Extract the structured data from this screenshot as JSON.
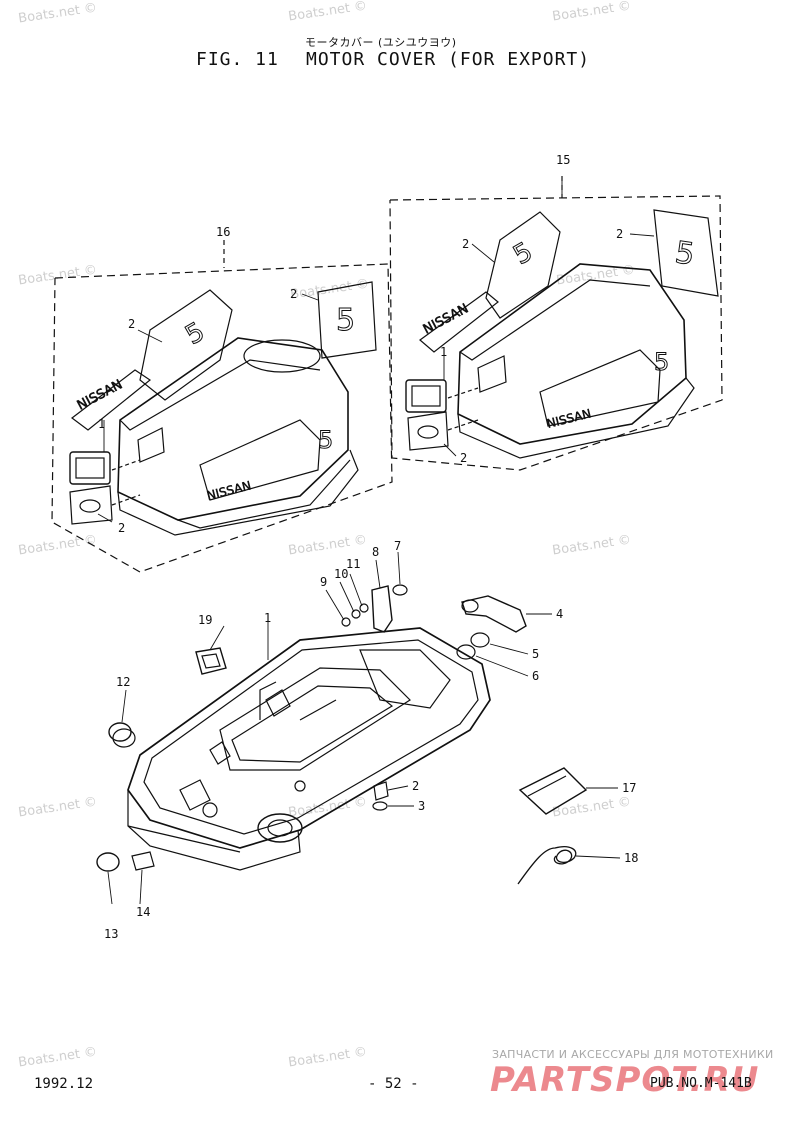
{
  "header": {
    "japanese_title": "モータカバー (ユシユウヨウ)",
    "figure_label": "FIG. 11",
    "title": "MOTOR COVER (FOR EXPORT)"
  },
  "callouts": {
    "c1a": "1",
    "c1b": "1",
    "c1c": "1",
    "c2a": "2",
    "c2b": "2",
    "c2c": "2",
    "c2d": "2",
    "c2e": "2",
    "c2f": "2",
    "c2g": "2",
    "c3": "3",
    "c4": "4",
    "c5": "5",
    "c6": "6",
    "c7": "7",
    "c8": "8",
    "c9": "9",
    "c10": "10",
    "c11": "11",
    "c12": "12",
    "c13": "13",
    "c14": "14",
    "c15": "15",
    "c16": "16",
    "c17": "17",
    "c18": "18",
    "c19": "19"
  },
  "decals": {
    "brand_left": "NISSAN",
    "brand_right": "NISSAN",
    "side_left": "NISSAN",
    "side_right": "NISSAN",
    "hp_a": "5",
    "hp_b": "5",
    "hp_c": "5",
    "hp_d": "5",
    "hp_e": "5",
    "hp_f": "5"
  },
  "footer": {
    "date": "1992.12",
    "page": "- 52 -",
    "pub_no": "PUB.NO.M-141B"
  },
  "advert": {
    "tagline": "ЗАПЧАСТИ И АКСЕССУАРЫ ДЛЯ МОТОТЕХНИКИ",
    "logo": "PARTSPOT.RU"
  },
  "watermarks": {
    "w1": "Boats.net ©",
    "w2": "Boats.net ©",
    "w3": "Boats.net ©",
    "w4": "Boats.net ©",
    "w5": "Boats.net ©",
    "w6": "Boats.net ©",
    "w7": "Boats.net ©",
    "w8": "Boats.net ©",
    "w9": "Boats.net ©",
    "w10": "Boats.net ©",
    "w11": "Boats.net ©",
    "w12": "Boats.net ©",
    "w13": "Boats.net ©",
    "w14": "Boats.net ©"
  },
  "colors": {
    "ink": "#111111",
    "watermark": "#cfcfcf",
    "logo": "#dc2832"
  }
}
